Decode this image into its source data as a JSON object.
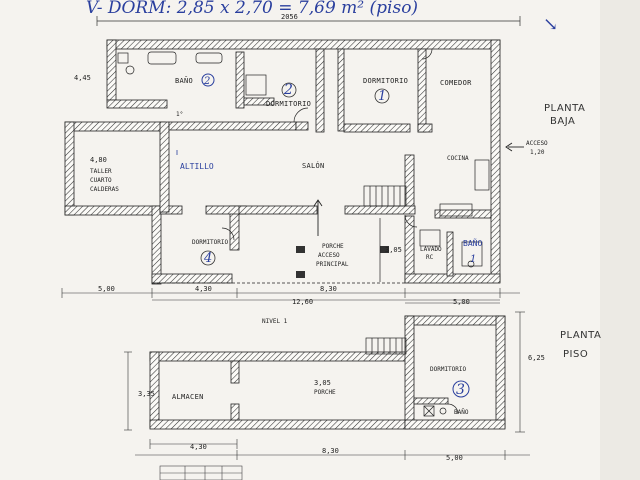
{
  "header": {
    "handwritten_note": "V- DORM: 2,85 x 2,70 = 7,69 m² (piso)",
    "corner_arrow": "↘"
  },
  "levels": {
    "ground": {
      "line1": "PLANTA",
      "line2": "BAJA"
    },
    "upper": {
      "line1": "PLANTA",
      "line2": "PISO"
    },
    "nivel": "NIVEL 1"
  },
  "rooms": {
    "bano_2": {
      "label": "BAÑO",
      "number": "2"
    },
    "dormitorio_2": {
      "label": "DORMITORIO",
      "number": "2"
    },
    "dormitorio_1": {
      "label": "DORMITORIO",
      "number": "1"
    },
    "comedor": "COMEDOR",
    "taller_line1": "TALLER",
    "taller_line2": "CUARTO",
    "taller_line3": "CALDERAS",
    "altillo": "ALTILLO",
    "salon": "SALÓN",
    "cocina": "COCINA",
    "dormitorio_4": {
      "label": "DORMITORIO",
      "number": "4"
    },
    "porche_line1": "PORCHE",
    "porche_line2": "ACCESO",
    "porche_line3": "PRINCIPAL",
    "lavado_line1": "LAVADO",
    "lavado_line2": "RC",
    "bano_1": {
      "label": "BAÑO",
      "number": "1"
    },
    "almacen": "ALMACEN",
    "porche_upper": "PORCHE",
    "dormitorio_3": {
      "label": "DORMITORIO",
      "number": "3"
    },
    "bano_3": "BAÑO"
  },
  "annotations": {
    "acceso": "ACCESO",
    "acceso_dim": "1,20",
    "v_label": "1°"
  },
  "dimensions": {
    "top_total": "2056",
    "left_445": "4,45",
    "left_480": "4,80",
    "bottom_500_left": "5,00",
    "bottom_430": "4,30",
    "bottom_830": "8,30",
    "bottom_1260": "12,60",
    "bottom_500_right": "5,00",
    "porche_305_top": "3,05",
    "upper_625": "6,25",
    "upper_335": "3,35",
    "upper_305": "3,05",
    "upper_bottom_430": "4,30",
    "upper_bottom_830": "8,30",
    "upper_bottom_500": "5,00"
  }
}
